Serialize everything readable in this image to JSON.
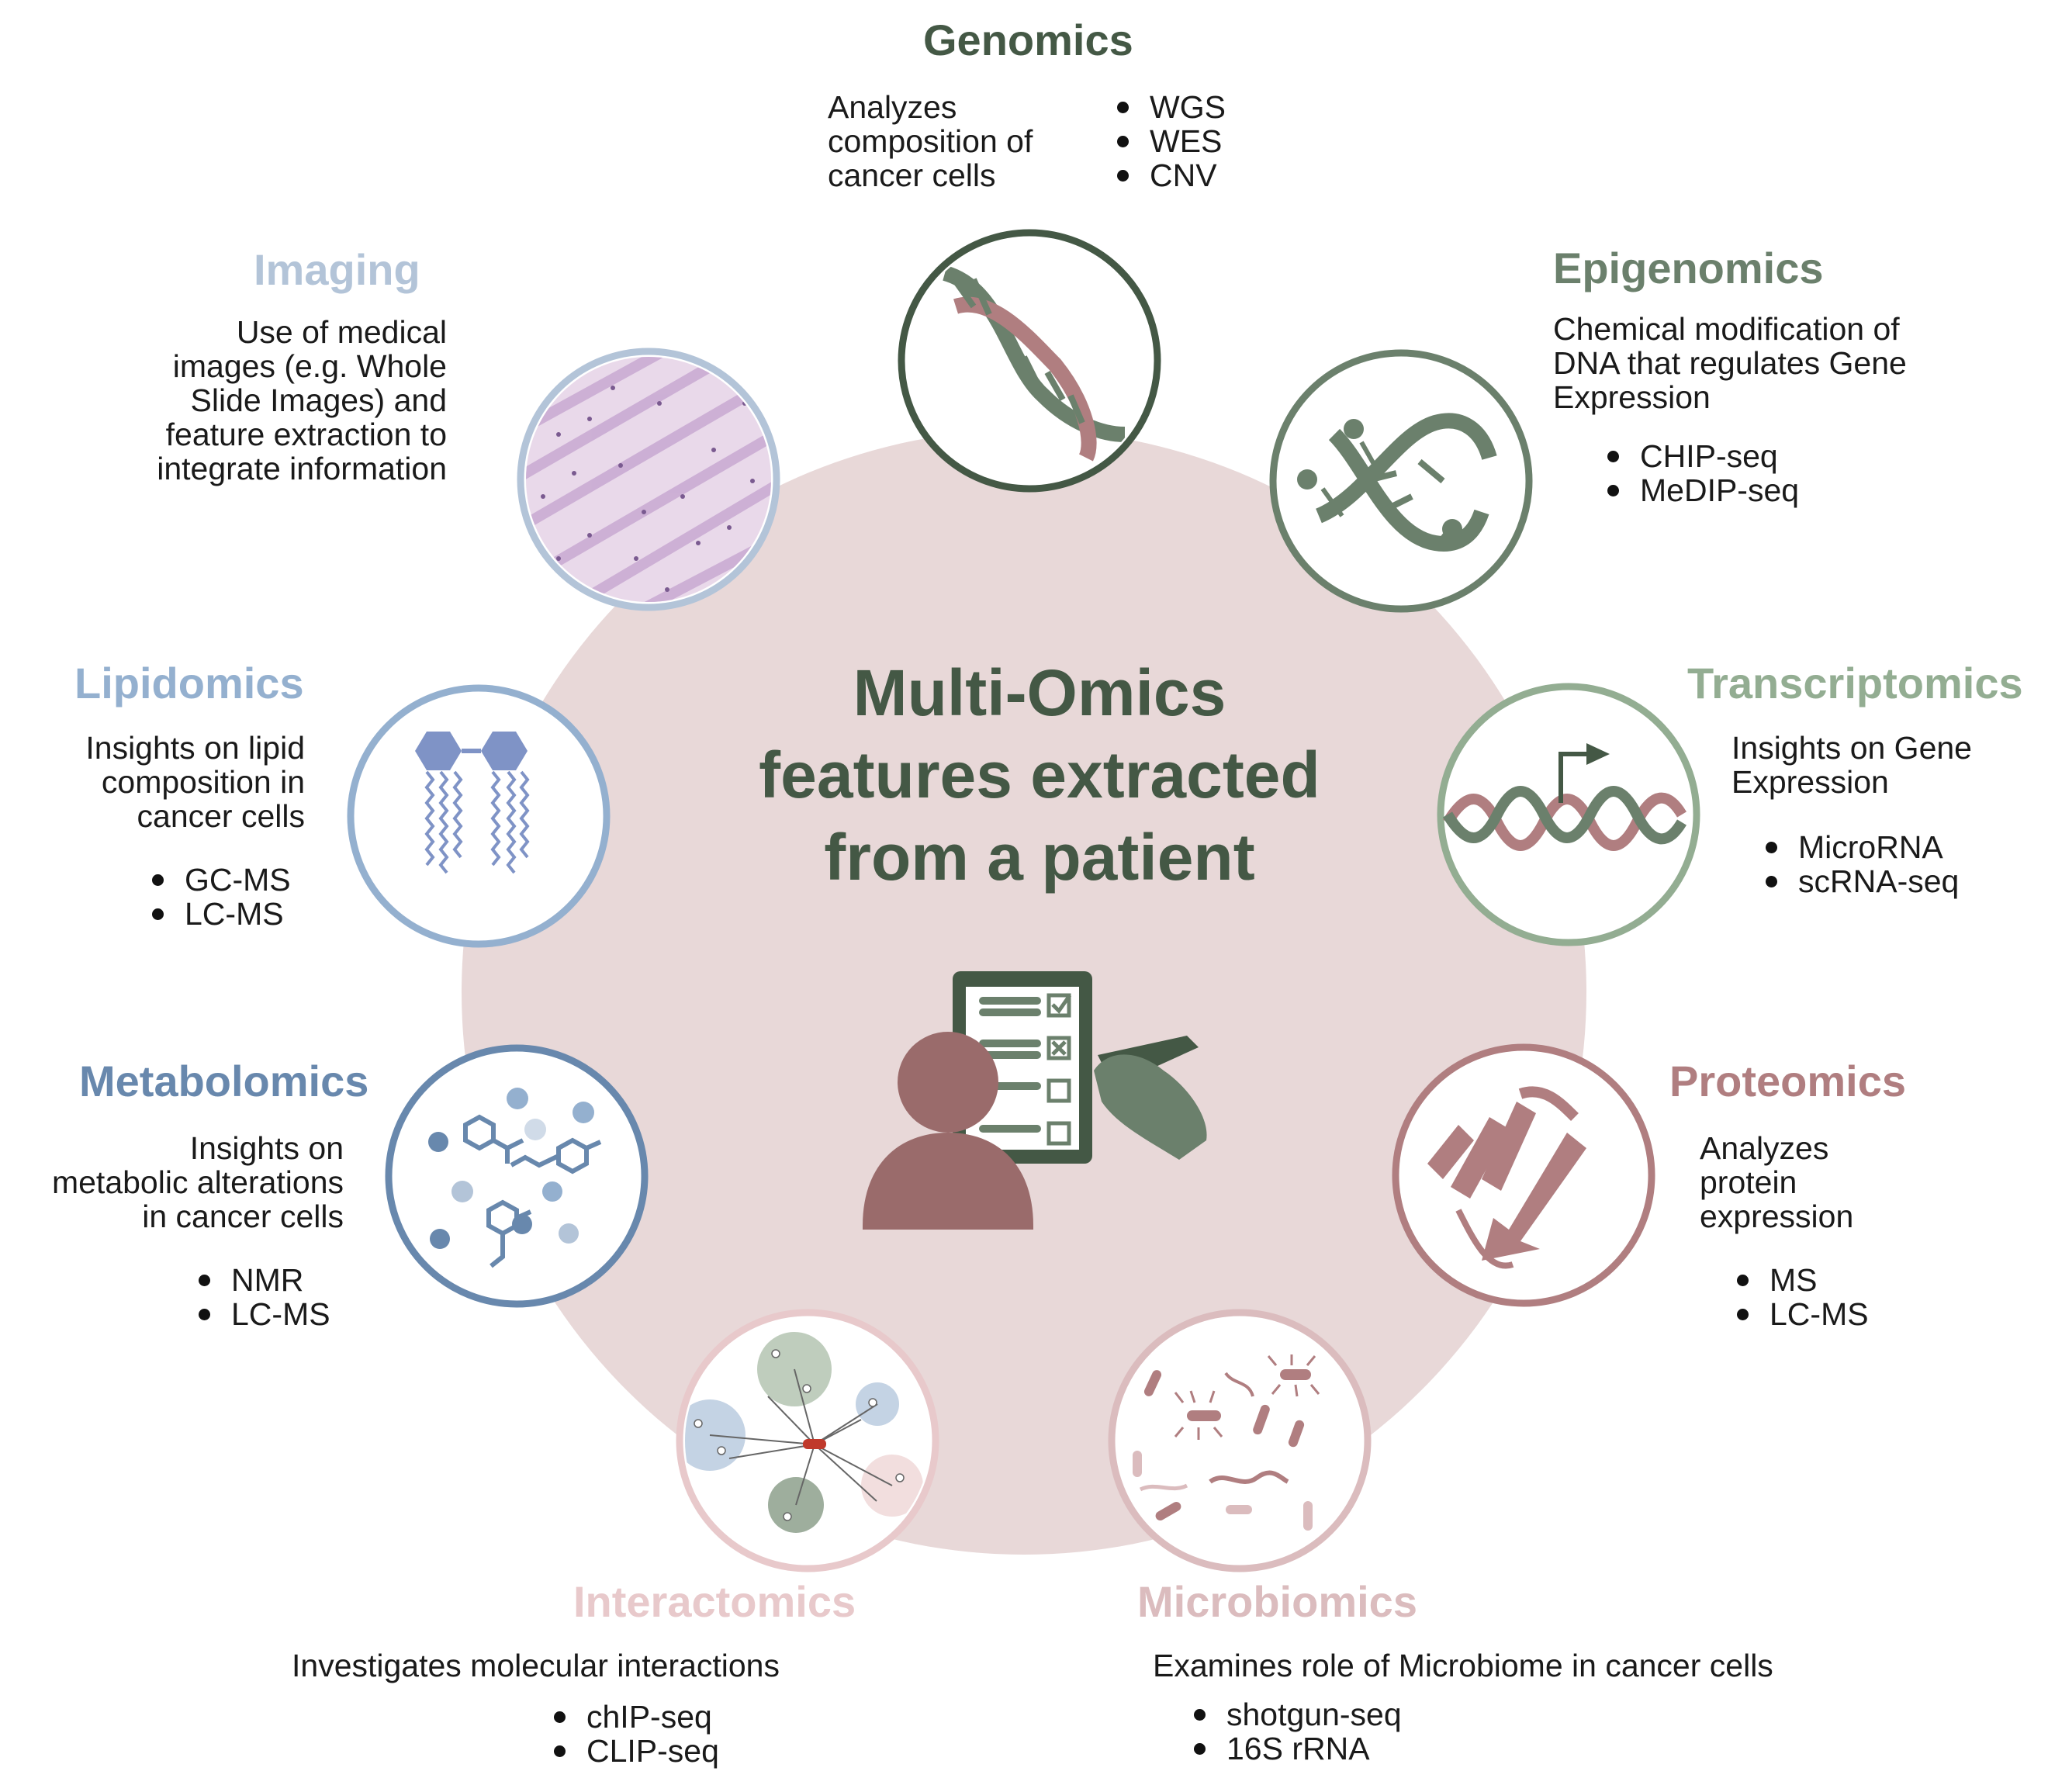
{
  "center_title": [
    "Multi-Omics",
    "features extracted",
    "from a patient"
  ],
  "colors": {
    "big_circle": "#e8d8d8",
    "dark_green": "#445845",
    "medium_green": "#6b806c",
    "light_green": "#93ad92",
    "pale_blue": "#b3c4d8",
    "light_blue": "#94b0cf",
    "steel_blue": "#6888ad",
    "rose": "#b07e80",
    "light_rose": "#dbbcbe",
    "pale_rose": "#e8c9cb",
    "person": "#9a6b6b"
  },
  "sections": {
    "genomics": {
      "title": "Genomics",
      "description": [
        "Analyzes",
        "composition of",
        "cancer cells"
      ],
      "bullets": [
        "WGS",
        "WES",
        "CNV"
      ],
      "icon": "dna-helix-icon"
    },
    "epigenomics": {
      "title": "Epigenomics",
      "description": [
        "Chemical modification of",
        "DNA that regulates Gene",
        "Expression"
      ],
      "bullets": [
        "CHIP-seq",
        "MeDIP-seq"
      ],
      "icon": "methylated-dna-icon"
    },
    "transcriptomics": {
      "title": "Transcriptomics",
      "description": [
        "Insights on Gene",
        "Expression"
      ],
      "bullets": [
        "MicroRNA",
        "scRNA-seq"
      ],
      "icon": "transcription-icon"
    },
    "proteomics": {
      "title": "Proteomics",
      "description": [
        "Analyzes",
        "protein",
        "expression"
      ],
      "bullets": [
        "MS",
        "LC-MS"
      ],
      "icon": "protein-structure-icon"
    },
    "microbiomics": {
      "title": "Microbiomics",
      "description": [
        "Examines role of Microbiome in cancer cells"
      ],
      "bullets": [
        "shotgun-seq",
        "16S rRNA"
      ],
      "icon": "bacteria-icon"
    },
    "interactomics": {
      "title": "Interactomics",
      "description": [
        "Investigates molecular interactions"
      ],
      "bullets": [
        "chIP-seq",
        "CLIP-seq"
      ],
      "icon": "interaction-network-icon"
    },
    "metabolomics": {
      "title": "Metabolomics",
      "description": [
        "Insights on",
        "metabolic alterations",
        "in cancer cells"
      ],
      "bullets": [
        "NMR",
        "LC-MS"
      ],
      "icon": "metabolite-molecules-icon"
    },
    "lipidomics": {
      "title": "Lipidomics",
      "description": [
        "Insights on lipid",
        "composition in",
        "cancer cells"
      ],
      "bullets": [
        "GC-MS",
        "LC-MS"
      ],
      "icon": "lipid-chains-icon"
    },
    "imaging": {
      "title": "Imaging",
      "description": [
        "Use of medical",
        "images (e.g. Whole",
        "Slide Images) and",
        "feature extraction to",
        "integrate information"
      ],
      "icon": "histology-slide-icon"
    }
  }
}
